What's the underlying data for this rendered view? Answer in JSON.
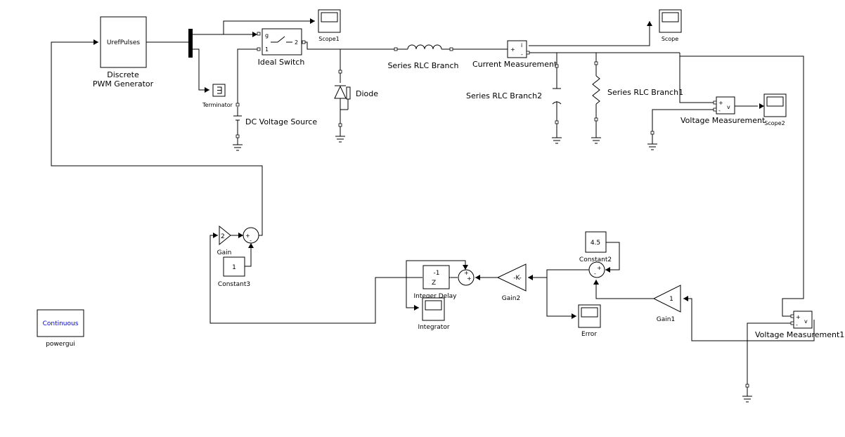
{
  "blocks": {
    "pwm": {
      "inner": "UrefPulses",
      "label_line1": "Discrete",
      "label_line2": "PWM Generator"
    },
    "switch": {
      "port_g": "g",
      "port_1": "1",
      "port_2": "2",
      "label": "Ideal Switch"
    },
    "scope1": {
      "label": "Scope1"
    },
    "scope": {
      "label": "Scope"
    },
    "scope2": {
      "label": "Scope2"
    },
    "terminator": {
      "label": "Terminator"
    },
    "dc_source": {
      "label": "DC Voltage Source"
    },
    "diode": {
      "label": "Diode"
    },
    "rlc": {
      "label": "Series RLC Branch"
    },
    "rlc2": {
      "label": "Series RLC Branch2"
    },
    "rlc1": {
      "label": "Series RLC Branch1"
    },
    "current_meas": {
      "plus": "+",
      "minus": "-",
      "sym": "i",
      "label": "Current Measurement"
    },
    "volt_meas": {
      "plus": "+",
      "minus": "-",
      "sym": "v",
      "label": "Voltage Measurement"
    },
    "volt_meas1": {
      "plus": "+",
      "minus": "-",
      "sym": "v",
      "label": "Voltage Measurement1"
    },
    "gain": {
      "inner": "2",
      "label": "Gain"
    },
    "sum1": {
      "s1": "+",
      "s2": "-"
    },
    "constant3": {
      "value": "1",
      "label": "Constant3"
    },
    "integer_delay": {
      "num": "-1",
      "den": "Z",
      "label": "Integer Delay"
    },
    "sum_int": {
      "s1": "+",
      "s2": "+"
    },
    "gain2": {
      "inner": "-K-",
      "label": "Gain2"
    },
    "integrator": {
      "label": "Integrator"
    },
    "constant2": {
      "value": "4.5",
      "label": "Constant2"
    },
    "sum2": {
      "s1": "+",
      "s2": "-"
    },
    "gain1": {
      "inner": "1",
      "label": "Gain1"
    },
    "error": {
      "label": "Error"
    },
    "powergui": {
      "inner": "Continuous",
      "label": "powergui",
      "color": "#0000cc"
    }
  }
}
